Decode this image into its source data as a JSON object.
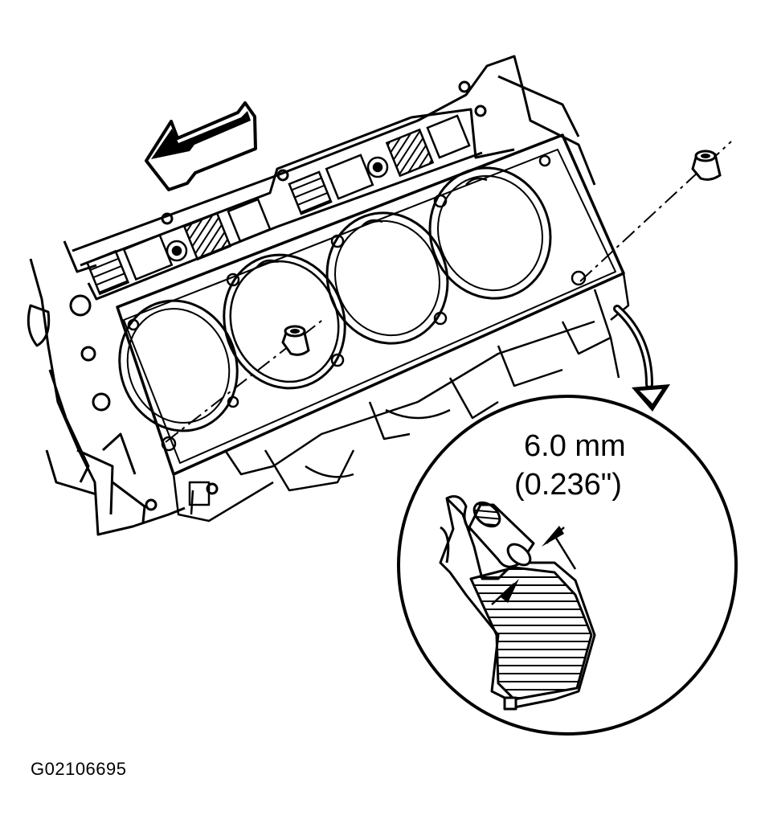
{
  "annotations": {
    "dimension_metric": "6.0 mm",
    "dimension_imperial": "(0.236\")"
  },
  "figure": {
    "id": "G02106695"
  },
  "colors": {
    "ink": "#000000",
    "paper": "#ffffff"
  },
  "icons": {
    "direction_arrow": "front-direction-arrow-icon",
    "callout_arrow": "curved-callout-arrow-icon",
    "dowel": "locating-dowel-icon"
  }
}
